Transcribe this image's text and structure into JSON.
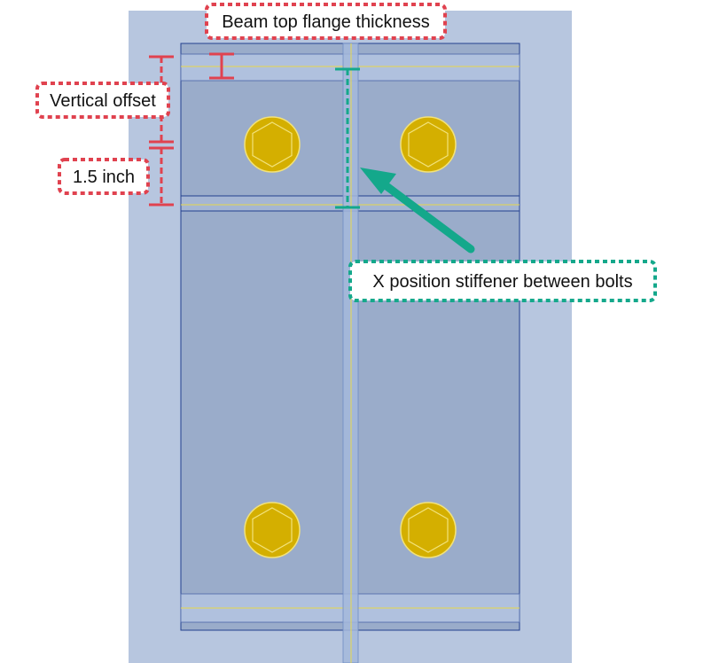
{
  "labels": {
    "beam_top_flange": "Beam top flange thickness",
    "vertical_offset": "Vertical offset",
    "dimension_15": "1.5 inch",
    "stiffener_position": "X position stiffener between bolts"
  },
  "colors": {
    "background_column": "#b7c6df",
    "plate": "#9aacca",
    "plate_border": "#23408f",
    "flange": "#b0c1de",
    "yellow_line": "#e8d84a",
    "bolt_fill": "#d4af00",
    "bolt_edge": "#f2e27a",
    "red_annotation": "#e0424f",
    "teal_annotation": "#14a88b",
    "label_bg": "#ffffff"
  },
  "icons": {
    "bolt": "hex-bolt-icon",
    "arrow": "arrow-icon"
  }
}
